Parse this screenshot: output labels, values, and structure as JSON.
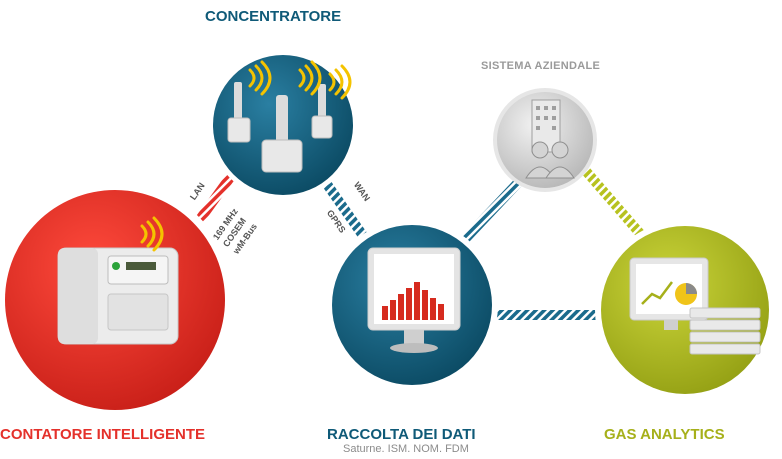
{
  "nodes": {
    "concentratore": {
      "label": "CONCENTRATORE"
    },
    "sistema": {
      "label": "SISTEMA AZIENDALE"
    },
    "contatore": {
      "label": "CONTATORE INTELLIGENTE"
    },
    "raccolta": {
      "label": "RACCOLTA DEI DATI",
      "sublabel": "Saturne. ISM. NOM. FDM"
    },
    "gas": {
      "label": "GAS ANALYTICS"
    }
  },
  "links": {
    "lan": "LAN",
    "radio_line1": "169 MHz",
    "radio_line2": "COSEM",
    "radio_line3": "wM-Bus",
    "wan": "WAN",
    "gprs": "GPRS"
  },
  "colors": {
    "red": "#e4312b",
    "blue": "#0f5a78",
    "lime": "#a6b01a",
    "grey": "#c9c9c9"
  }
}
